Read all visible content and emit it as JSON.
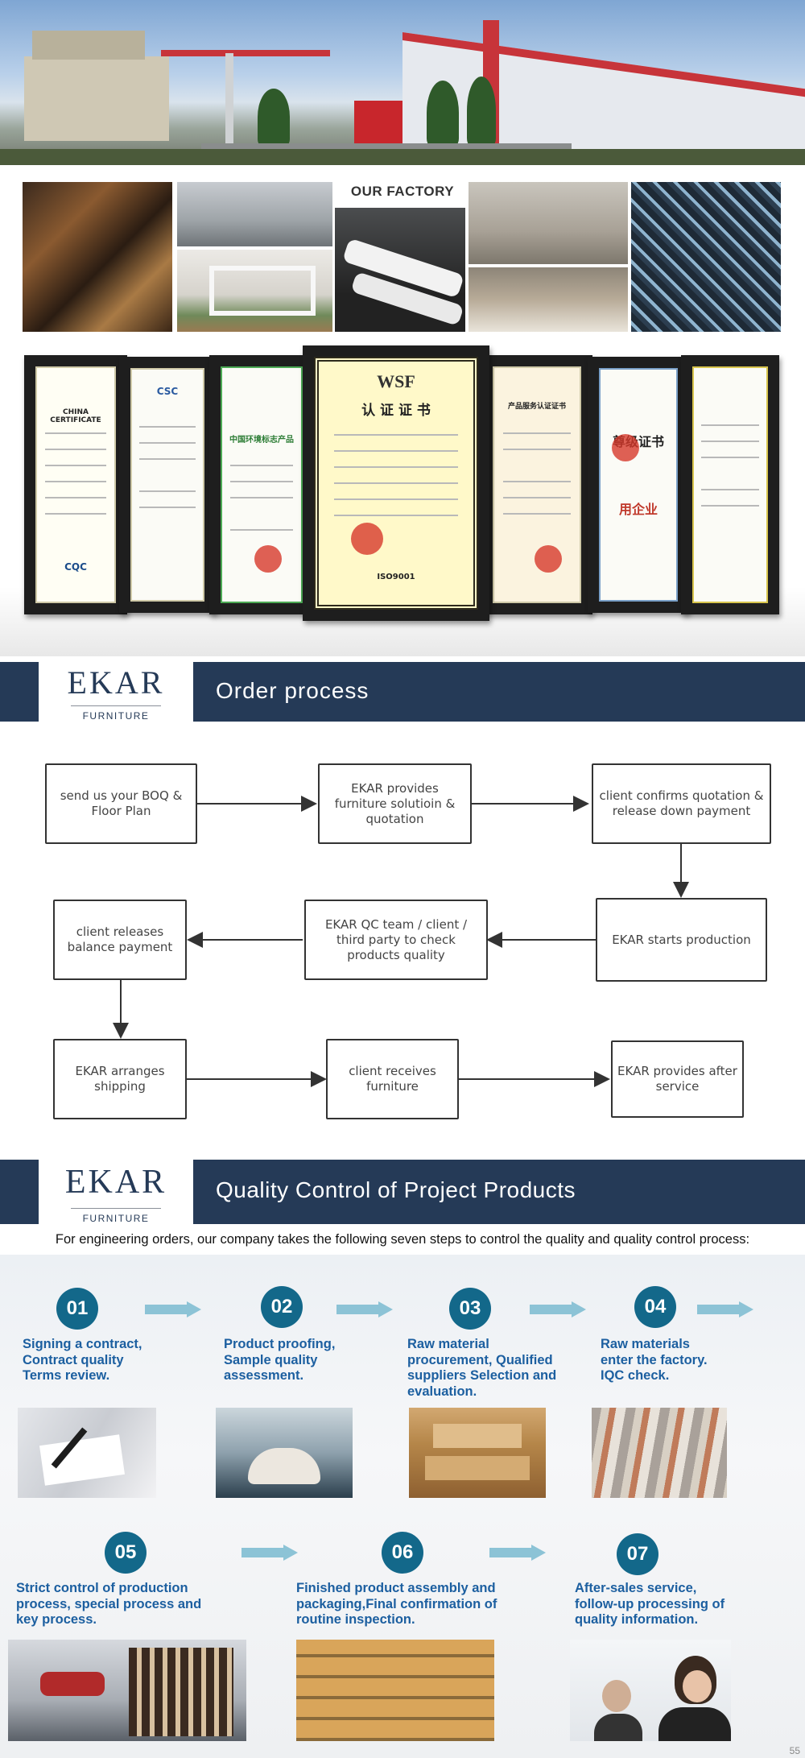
{
  "factory": {
    "title": "OUR FACTORY"
  },
  "logo": {
    "word": "EKAR",
    "sub": "FURNITURE"
  },
  "order_process": {
    "title": "Order process",
    "steps": [
      "send us your BOQ & Floor Plan",
      "EKAR provides furniture solutioin & quotation",
      "client confirms quotation & release down payment",
      "EKAR starts production",
      "EKAR QC team / client / third party to check products quality",
      "client releases balance payment",
      "EKAR arranges shipping",
      "client receives furniture",
      "EKAR provides after service"
    ]
  },
  "quality_control": {
    "title": "Quality Control of Project Products",
    "intro": "For engineering orders, our company takes the following seven steps to control the quality and quality control process:",
    "steps": [
      {
        "num": "01",
        "text": "Signing a contract, Contract quality Terms review."
      },
      {
        "num": "02",
        "text": "Product proofing, Sample quality assessment."
      },
      {
        "num": "03",
        "text": "Raw material procurement, Qualified suppliers Selection and evaluation."
      },
      {
        "num": "04",
        "text": "Raw materials enter the factory. IQC check."
      },
      {
        "num": "05",
        "text": "Strict control of production process, special process and key process."
      },
      {
        "num": "06",
        "text": "Finished product assembly and packaging,Final confirmation of routine inspection."
      },
      {
        "num": "07",
        "text": "After-sales service, follow-up processing of quality information."
      }
    ]
  },
  "certificates": {
    "main_brand": "WSF",
    "main_title": "认 证 证 书",
    "right_title_1": "产品服务认证证书",
    "right_title_2": "尊级证书",
    "right_title_3": "用企业",
    "cert_badge": "ISO9001",
    "cert_left_brand": "CQC",
    "cert_left2": "CSC",
    "cert_green": "中国环境标志产品"
  },
  "page_number": "55"
}
